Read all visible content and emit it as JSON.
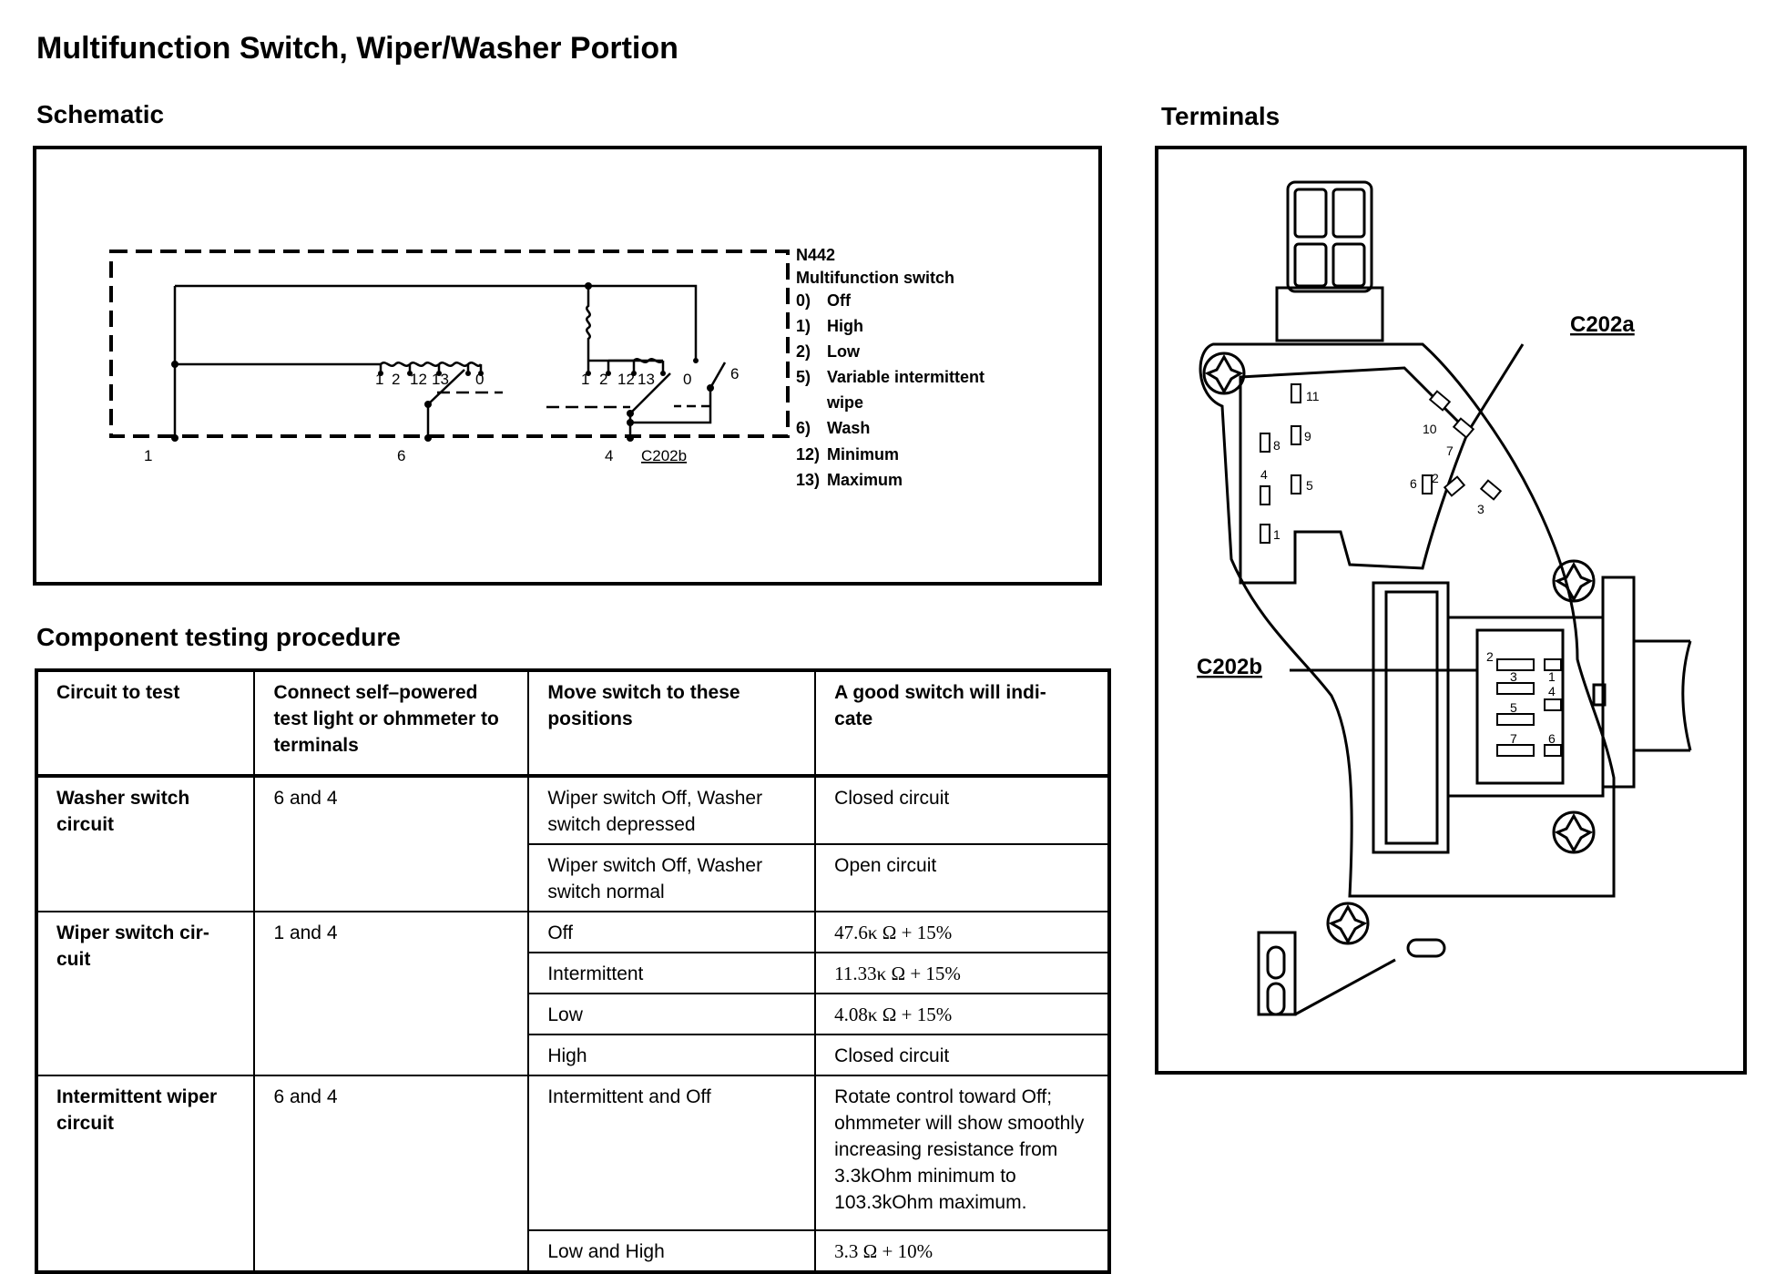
{
  "title": "Multifunction Switch, Wiper/Washer Portion",
  "schematic": {
    "heading": "Schematic",
    "component_id": "N442",
    "component_name": "Multifunction switch",
    "positions": [
      {
        "num": "0)",
        "label": "Off"
      },
      {
        "num": "1)",
        "label": "High"
      },
      {
        "num": "2)",
        "label": "Low"
      },
      {
        "num": "5)",
        "label": "Variable intermittent"
      },
      {
        "num": "",
        "label": "wipe"
      },
      {
        "num": "6)",
        "label": "Wash"
      },
      {
        "num": "12)",
        "label": "Minimum"
      },
      {
        "num": "13)",
        "label": "Maximum"
      }
    ],
    "contact_labels_left": [
      "1",
      "2",
      "12",
      "13",
      "0"
    ],
    "contact_labels_right": [
      "1",
      "2",
      "12",
      "13",
      "0"
    ],
    "wash_contact": "6",
    "pins": [
      "1",
      "6",
      "4"
    ],
    "connector": "C202b"
  },
  "terminals": {
    "heading": "Terminals",
    "connector_a": "C202a",
    "connector_b": "C202b",
    "a_pins": [
      "11",
      "9",
      "8",
      "4",
      "5",
      "1",
      "10",
      "7",
      "6",
      "2",
      "3"
    ],
    "b_pins": [
      "2",
      "1",
      "3",
      "4",
      "5",
      "7",
      "6"
    ]
  },
  "procedure": {
    "heading": "Component testing procedure",
    "headers": [
      "Circuit to test",
      "Connect self–powered test light or ohmmeter to terminals",
      "Move switch to these positions",
      "A good switch will indi- cate"
    ],
    "groups": [
      {
        "circuit": "Washer switch circuit",
        "terminals": "6 and 4",
        "rows": [
          {
            "position": "Wiper switch Off, Washer switch depressed",
            "result": "Closed circuit"
          },
          {
            "position": "Wiper switch Off, Washer switch normal",
            "result": "Open circuit"
          }
        ]
      },
      {
        "circuit": "Wiper switch cir- cuit",
        "terminals": "1 and 4",
        "rows": [
          {
            "position": "Off",
            "result": "47.6κ Ω + 15%"
          },
          {
            "position": "Intermittent",
            "result": "11.33κ Ω + 15%"
          },
          {
            "position": "Low",
            "result": "4.08κ Ω + 15%"
          },
          {
            "position": "High",
            "result": "Closed circuit"
          }
        ]
      },
      {
        "circuit": "Intermittent wiper circuit",
        "terminals": "6 and 4",
        "rows": [
          {
            "position": "Intermittent and Off",
            "result": "Rotate control toward Off; ohmmeter will show smoothly increasing resistance from 3.3kOhm minimum to 103.3kOhm maximum."
          },
          {
            "position": "Low and High",
            "result": "3.3 Ω + 10%"
          }
        ]
      }
    ]
  }
}
